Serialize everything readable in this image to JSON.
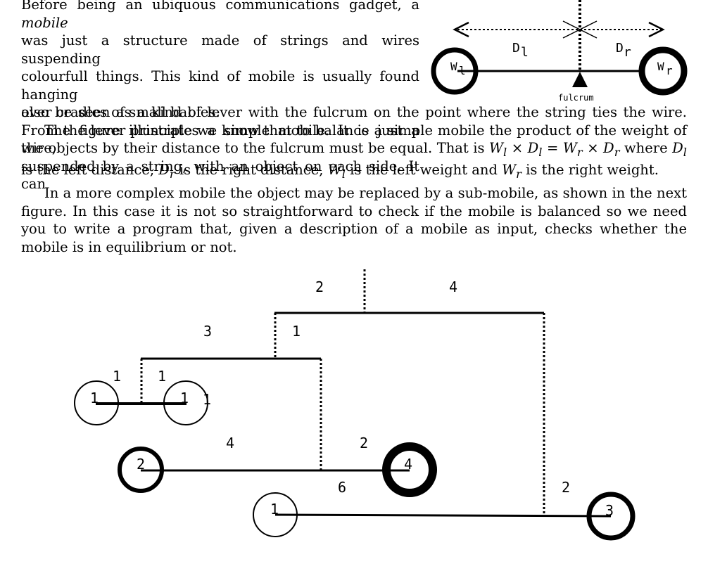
{
  "paragraph1": {
    "line1_a": "Before being an ubiquous communications gadget, a ",
    "line1_em": "mobile",
    "line2": "was just a structure made of strings and wires suspending",
    "line3": "colourfull things. This kind of mobile is usually found hanging",
    "line4": "over cradles of small babies.",
    "line5": "The figure illustrates a simple mobile. It is just a wire,",
    "line6": "suspended by a string, with an object on each side. It can"
  },
  "paragraph2": {
    "text_a": "also be seen as a kind of lever with the fulcrum on the point where the string ties the wire. From the lever principle we know that to balance a simple mobile the product of the weight of the objects by their distance to the fulcrum must be equal. That is ",
    "text_b": " where ",
    "text_c": " is the left distance, ",
    "text_d": " is the right distance, ",
    "text_e": " is the left weight and ",
    "text_f": " is the right weight."
  },
  "paragraph3": {
    "text": "In a more complex mobile the object may be replaced by a sub-mobile, as shown in the next figure. In this case it is not so straightforward to check if the mobile is balanced so we need you to write a program that, given a description of a mobile as input, checks whether the mobile is in equilibrium or not."
  },
  "math": {
    "W": "W",
    "D": "D",
    "l": "l",
    "r": "r",
    "times": "×",
    "equals": "="
  },
  "simple_figure": {
    "dl": "D",
    "dl_sub": "l",
    "dr": "D",
    "dr_sub": "r",
    "wl": "W",
    "wl_sub": "l",
    "wr": "W",
    "wr_sub": "r",
    "fulcrum": "fulcrum"
  },
  "complex_figure": {
    "top_left_dist": "2",
    "top_right_dist": "4",
    "mid_left_dist": "3",
    "mid_right_dist": "1",
    "small_left_dist": "1",
    "small_right_dist": "1",
    "small_left_weight": "1",
    "small_right_weight": "1",
    "small_extra": "1",
    "lower_left_dist": "4",
    "lower_right_dist": "2",
    "lower_left_weight": "2",
    "lower_right_weight": "4",
    "bottom_left_dist": "6",
    "bottom_right_dist": "2",
    "bottom_left_weight": "1",
    "bottom_right_weight": "3"
  }
}
